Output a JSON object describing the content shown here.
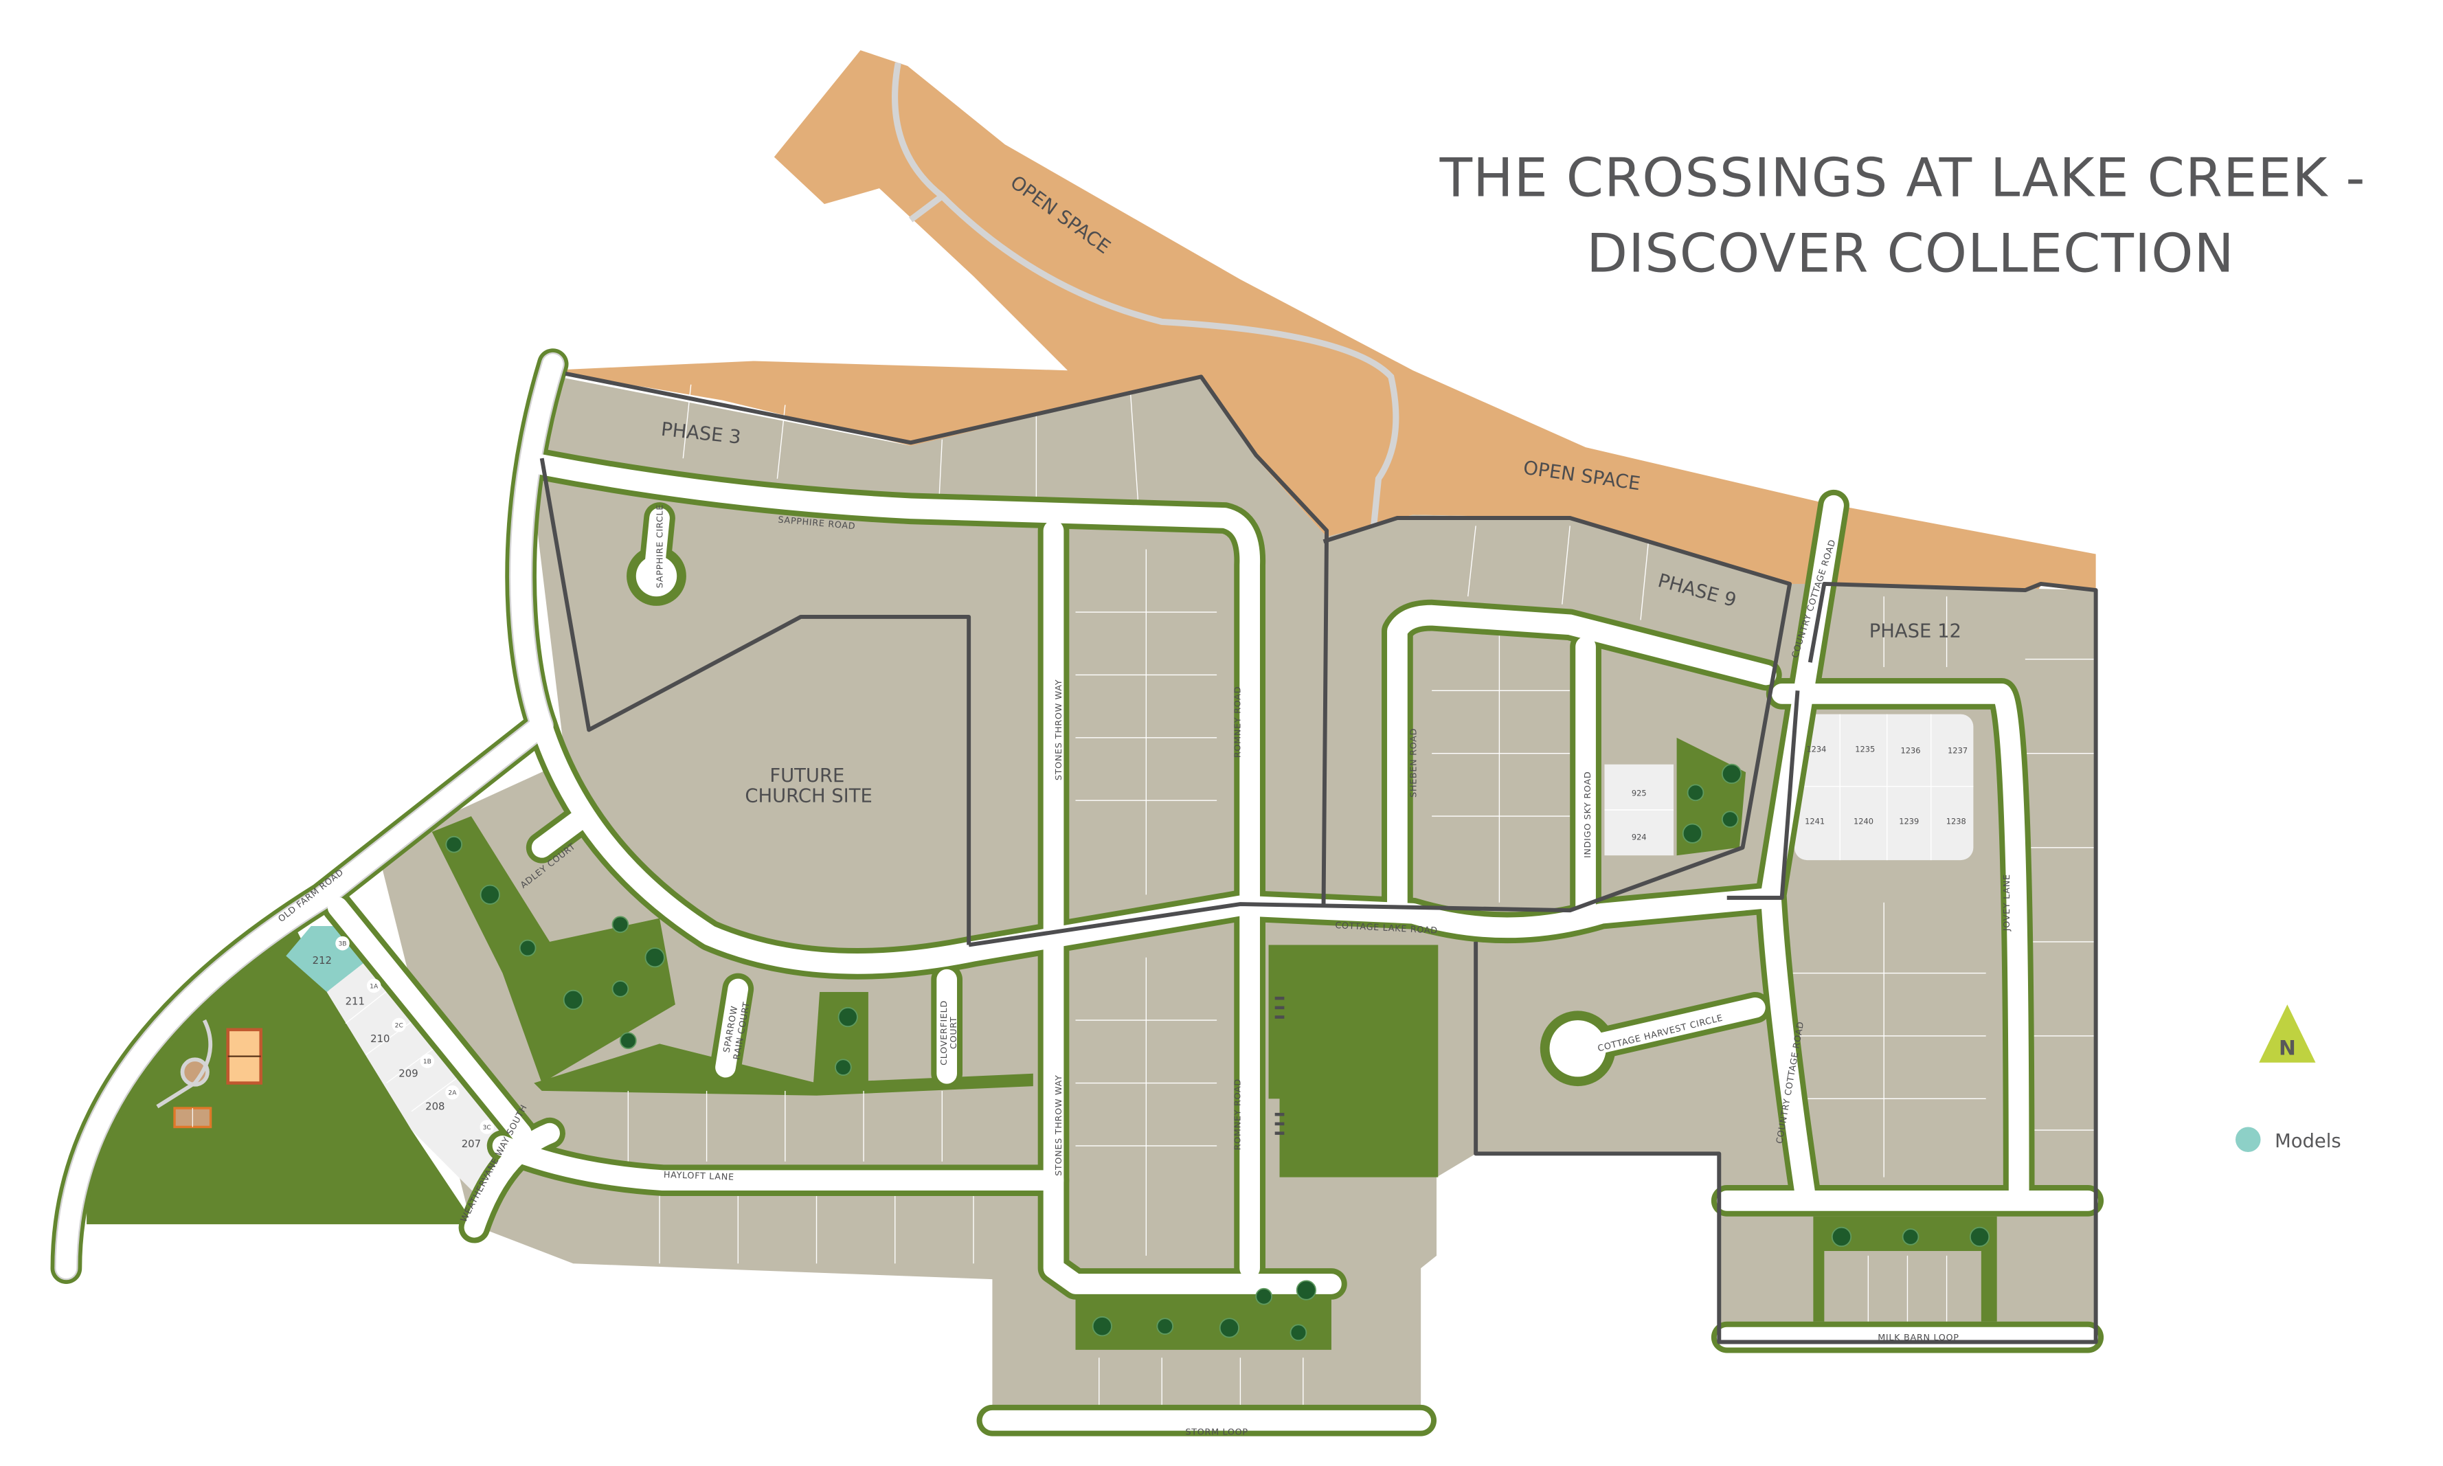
{
  "title": {
    "line1": "THE CROSSINGS AT LAKE CREEK -",
    "line2": "DISCOVER COLLECTION"
  },
  "areas": {
    "open_space_1": "OPEN SPACE",
    "open_space_2": "OPEN SPACE",
    "phase_3": "PHASE 3",
    "phase_9": "PHASE 9",
    "phase_12": "PHASE 12",
    "church_line1": "FUTURE",
    "church_line2": "CHURCH SITE"
  },
  "streets": {
    "sapphire_road": "SAPPHIRE ROAD",
    "sapphire_circle": "SAPPHIRE CIRCLE",
    "stones_throw_way": "STONES THROW WAY",
    "romney_road": "ROMNEY ROAD",
    "sheben_road": "SHEBEN ROAD",
    "indigo_sky_road": "INDIGO SKY ROAD",
    "country_cottage_road": "COUNTRY COTTAGE ROAD",
    "cottage_lake_road": "COTTAGE LAKE ROAD",
    "cottage_harvest_circle": "COTTAGE HARVEST CIRCLE",
    "jovey_lane": "JOVEY LANE",
    "milk_barn_loop": "MILK BARN LOOP",
    "storm_loop": "STORM LOOP",
    "hayloft_lane": "HAYLOFT LANE",
    "weathervane_way_south": "WEATHERVANE WAY SOUTH",
    "old_farm_road": "OLD FARM ROAD",
    "adley_court": "ADLEY COURT",
    "sparrow_rain_court_line1": "SPARROW",
    "sparrow_rain_court_line2": "RAIN COURT",
    "cloverfield_court_line1": "CLOVERFIELD",
    "cloverfield_court_line2": "COURT"
  },
  "lots": [
    {
      "number": "212",
      "plan": "3B",
      "model": true
    },
    {
      "number": "211",
      "plan": "1A",
      "model": false
    },
    {
      "number": "210",
      "plan": "2C",
      "model": false
    },
    {
      "number": "209",
      "plan": "1B",
      "model": false
    },
    {
      "number": "208",
      "plan": "2A",
      "model": false
    },
    {
      "number": "207",
      "plan": "3C",
      "model": false
    }
  ],
  "phase9_lots": [
    "925",
    "924"
  ],
  "phase12_lots": {
    "top": [
      "1234",
      "1235",
      "1236",
      "1237"
    ],
    "bottom": [
      "1241",
      "1240",
      "1239",
      "1238"
    ]
  },
  "north": {
    "label": "N",
    "color": "#bfd240",
    "icon": "north-arrow-icon"
  },
  "legend": {
    "models_label": "Models",
    "models_color": "#8dd0c7"
  },
  "colors": {
    "open_space": "#e2ae78",
    "homesite": "#c0bbaa",
    "green_space": "#63862f",
    "available_lot": "#efefef",
    "phase_boundary": "#4d4d4f"
  }
}
